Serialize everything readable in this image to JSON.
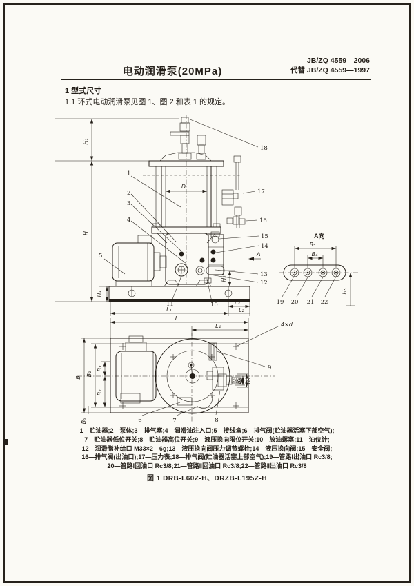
{
  "colors": {
    "paper": "#fbfaf5",
    "ink": "#241f19"
  },
  "header": {
    "doc_number": "JB/ZQ 4559—2006",
    "replaces": "代替 JB/ZQ 4559—1997",
    "title": "电动润滑泵(20MPa)"
  },
  "body": {
    "section_heading": "1  型式尺寸",
    "clause": "1.1  环式电动润滑泵见图 1、图 2 和表 1 的规定。"
  },
  "figure": {
    "caption": "图 1  DRB-L60Z-H、DRZB-L195Z-H",
    "view_a_label": "A向",
    "holes_note": "4×d",
    "dims": {
      "H": "H",
      "H1": "H₁",
      "H2": "H₂",
      "H3": "H₃",
      "H5": "H₅",
      "D": "D",
      "A": "A",
      "L": "L",
      "L1": "L₁",
      "L2": "L₂",
      "L3": "L₃",
      "L4": "L₄",
      "B": "B",
      "B1": "B₁",
      "B2": "B₂",
      "B3": "B₃",
      "B4": "B₄",
      "B5": "B₅",
      "B6": "B₆"
    },
    "callouts": [
      "1",
      "2",
      "3",
      "4",
      "5",
      "6",
      "7",
      "8",
      "9",
      "10",
      "11",
      "12",
      "13",
      "14",
      "15",
      "16",
      "17",
      "18",
      "19",
      "20",
      "21",
      "22"
    ],
    "legend_lines": [
      "1—贮油器;2—泵体;3—排气塞;4—润滑油注入口;5—接线盒;6—排气阀(贮油器活塞下部空气);",
      "7—贮油器低位开关;8—贮油器高位开关;9—液压换向限位开关;10—放油螺塞;11—油位计;",
      "12—润滑脂补给口 M33×2—6g;13—液压换向阀压力调节螺栓;14—液压换向阀;15—安全阀;",
      "16—排气阀(出油口);17—压力表;18—排气阀(贮油器活塞上部空气);19—管路Ⅰ出油口 Rc3/8;",
      "20—管路Ⅰ回油口 Rc3/8;21—管路Ⅱ回油口 Rc3/8;22—管路Ⅱ出油口 Rc3/8"
    ]
  }
}
